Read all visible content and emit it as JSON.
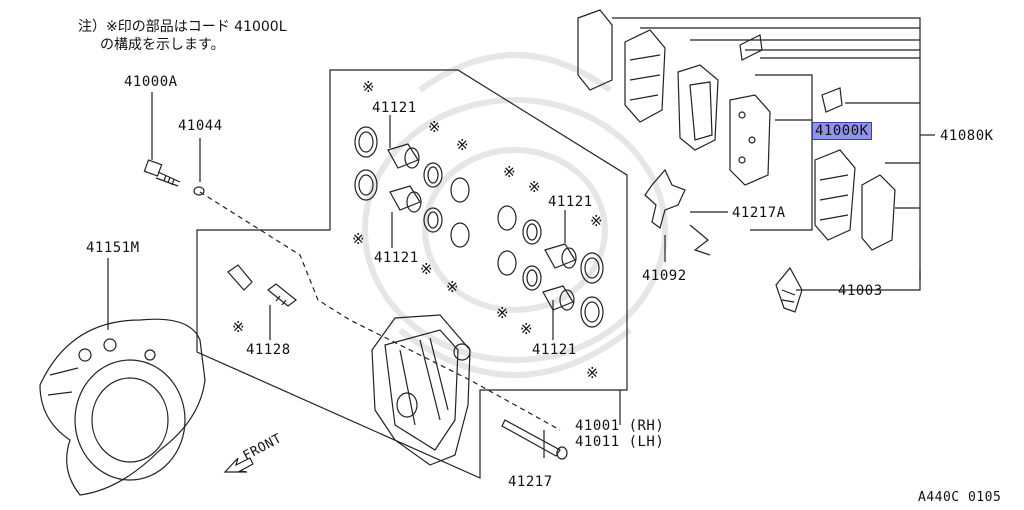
{
  "note": {
    "line1": "注）※印の部品はコード 41000L",
    "line2": "の構成を示します。"
  },
  "star_glyph": "※",
  "parts": {
    "p41000A": "41000A",
    "p41044": "41044",
    "p41151M": "41151M",
    "p41128": "41128",
    "p41121_a": "41121",
    "p41121_b": "41121",
    "p41121_c": "41121",
    "p41121_d": "41121",
    "p41092": "41092",
    "p41217A": "41217A",
    "p41000K": "41000K",
    "p41080K": "41080K",
    "p41003": "41003",
    "p41001": "41001 (RH)",
    "p41011": "41011 (LH)",
    "p41217": "41217",
    "front": "FRONT"
  },
  "highlight_color": "#8f94e8",
  "figure_code": "A440C 0105"
}
